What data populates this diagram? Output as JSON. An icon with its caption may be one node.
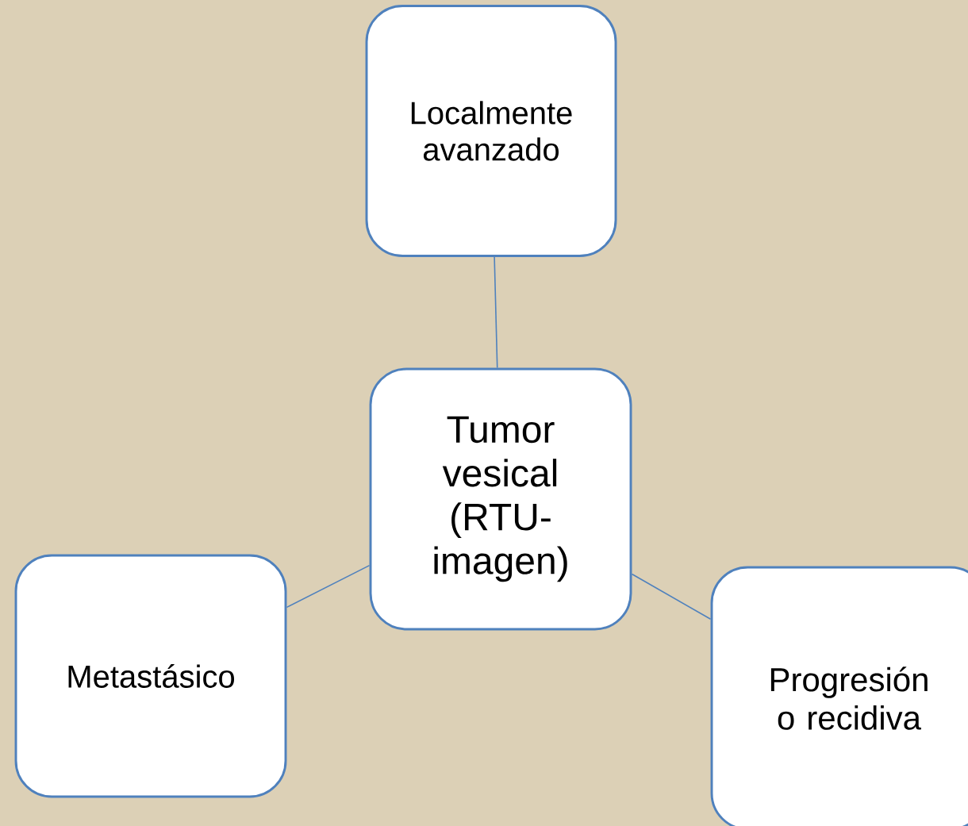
{
  "diagram": {
    "nodes": [
      {
        "text": [
          "Localmente avanzado"
        ]
      },
      {
        "text": [
          "Tumor vesical (RTU-imagen)"
        ]
      },
      {
        "text": [
          "Metastásico"
        ]
      },
      {
        "text": [
          "Progresión o recidiva"
        ]
      }
    ],
    "edges": [
      {
        "from": 1,
        "to": 0,
        "arrow": "none"
      },
      {
        "from": 1,
        "to": 2,
        "arrow": "none"
      },
      {
        "from": 1,
        "to": 3,
        "arrow": "none"
      }
    ]
  }
}
